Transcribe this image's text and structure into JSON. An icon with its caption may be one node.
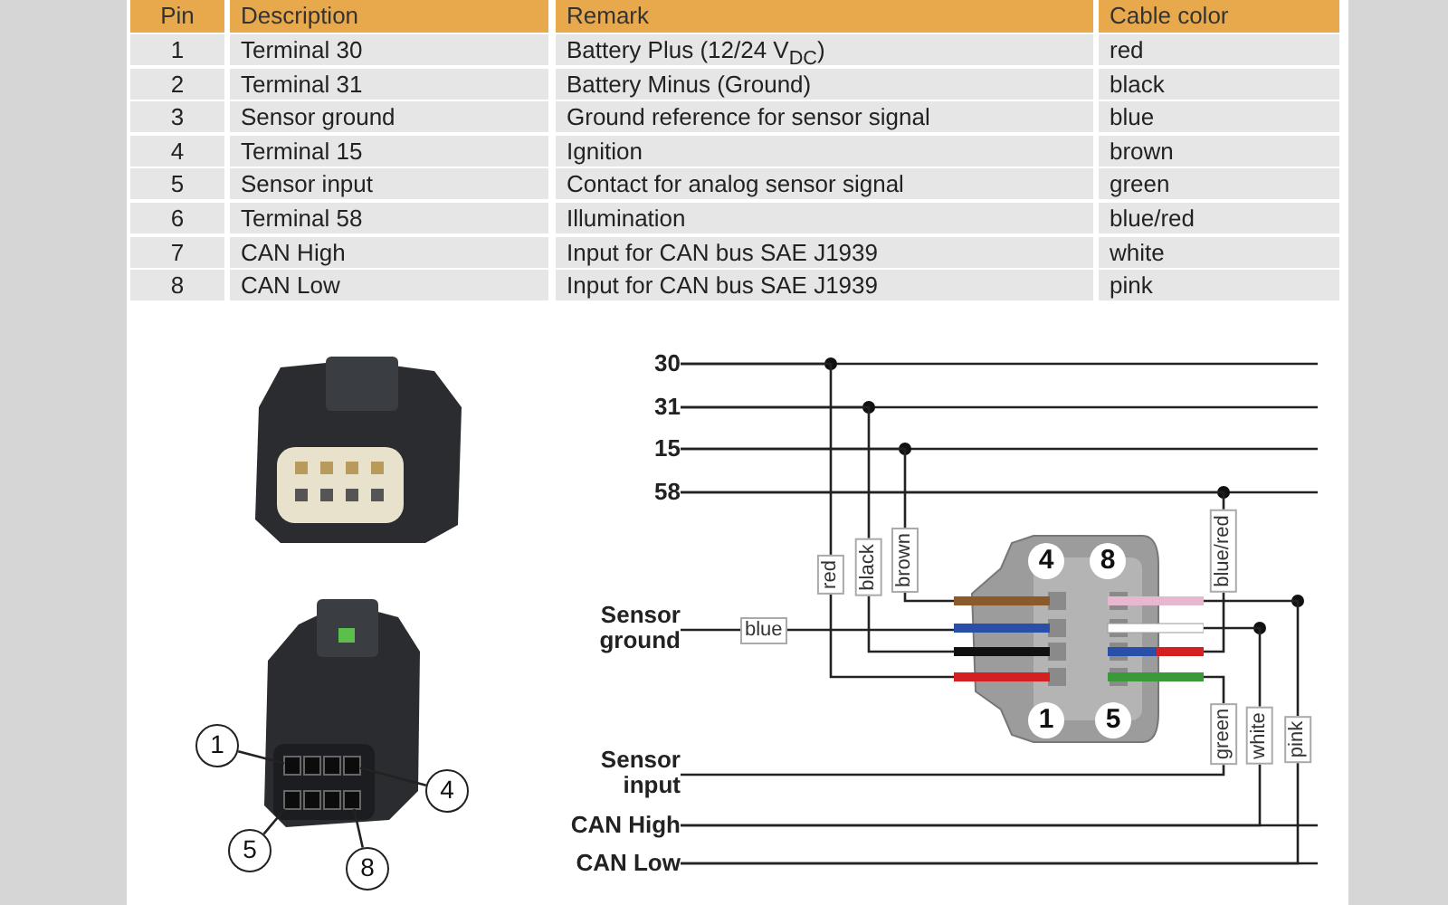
{
  "diagram": {
    "nodes": [
      {
        "text": [],
        "shape": "picture"
      },
      {
        "text": [],
        "shape": "picture"
      },
      {
        "text": [],
        "shape": "box",
        "in": 1
      },
      {
        "text": [],
        "shape": "box",
        "in": 1
      },
      {
        "text": [],
        "shape": "box",
        "in": 1
      },
      {
        "text": [],
        "shape": "box",
        "in": 1
      },
      {
        "text": [
          "1"
        ]
      },
      {
        "text": [
          "4"
        ]
      },
      {
        "text": [
          "5"
        ]
      },
      {
        "text": [
          "8"
        ]
      },
      {
        "text": [
          "30"
        ]
      },
      {
        "text": [
          "31"
        ]
      },
      {
        "text": [
          "15"
        ]
      },
      {
        "text": [
          "58"
        ]
      },
      {
        "text": [
          "Sensor ground"
        ]
      },
      {
        "text": [
          "Sensor input"
        ]
      },
      {
        "text": [
          "CAN High"
        ]
      },
      {
        "text": [
          "CAN Low"
        ]
      },
      {
        "text": [
          "4",
          "8",
          "1",
          "5"
        ]
      }
    ],
    "edges": [
      {
        "from": 6,
        "to": 2,
        "arrow": "none"
      },
      {
        "from": 7,
        "to": 3,
        "arrow": "none"
      },
      {
        "from": 8,
        "to": 4,
        "arrow": "none"
      },
      {
        "from": 9,
        "to": 5,
        "arrow": "none"
      },
      {
        "from": 10,
        "to": 18,
        "arrow": "none",
        "label": "red"
      },
      {
        "from": 11,
        "to": 18,
        "arrow": "none",
        "label": "black"
      },
      {
        "from": 12,
        "to": 18,
        "arrow": "none",
        "label": "brown"
      },
      {
        "from": 13,
        "to": 18,
        "arrow": "none",
        "label": "blue/red"
      },
      {
        "from": 14,
        "to": 18,
        "arrow": "none",
        "label": "blue"
      },
      {
        "from": 15,
        "to": 18,
        "arrow": "none",
        "label": "green"
      },
      {
        "from": 16,
        "to": 18,
        "arrow": "none",
        "label": "white"
      },
      {
        "from": 17,
        "to": 18,
        "arrow": "none",
        "label": "pink"
      }
    ],
    "labels": [
      "Pin",
      "Description",
      "Remark",
      "Cable color",
      "1",
      "Terminal 30",
      "Battery Plus (12/24 V$_{DC}$)",
      "red",
      "2",
      "Terminal 31",
      "Battery Minus (Ground)",
      "black",
      "3",
      "Sensor ground",
      "Ground reference for sensor signal",
      "blue",
      "4",
      "Terminal 15",
      "Ignition",
      "brown",
      "5",
      "Sensor input",
      "Contact for analog sensor signal",
      "green",
      "6",
      "Terminal 58",
      "Illumination",
      "blue/red",
      "7",
      "CAN High",
      "Input for CAN bus SAE J1939",
      "white",
      "8",
      "CAN Low",
      "Input for CAN bus SAE J1939",
      "pink"
    ]
  }
}
